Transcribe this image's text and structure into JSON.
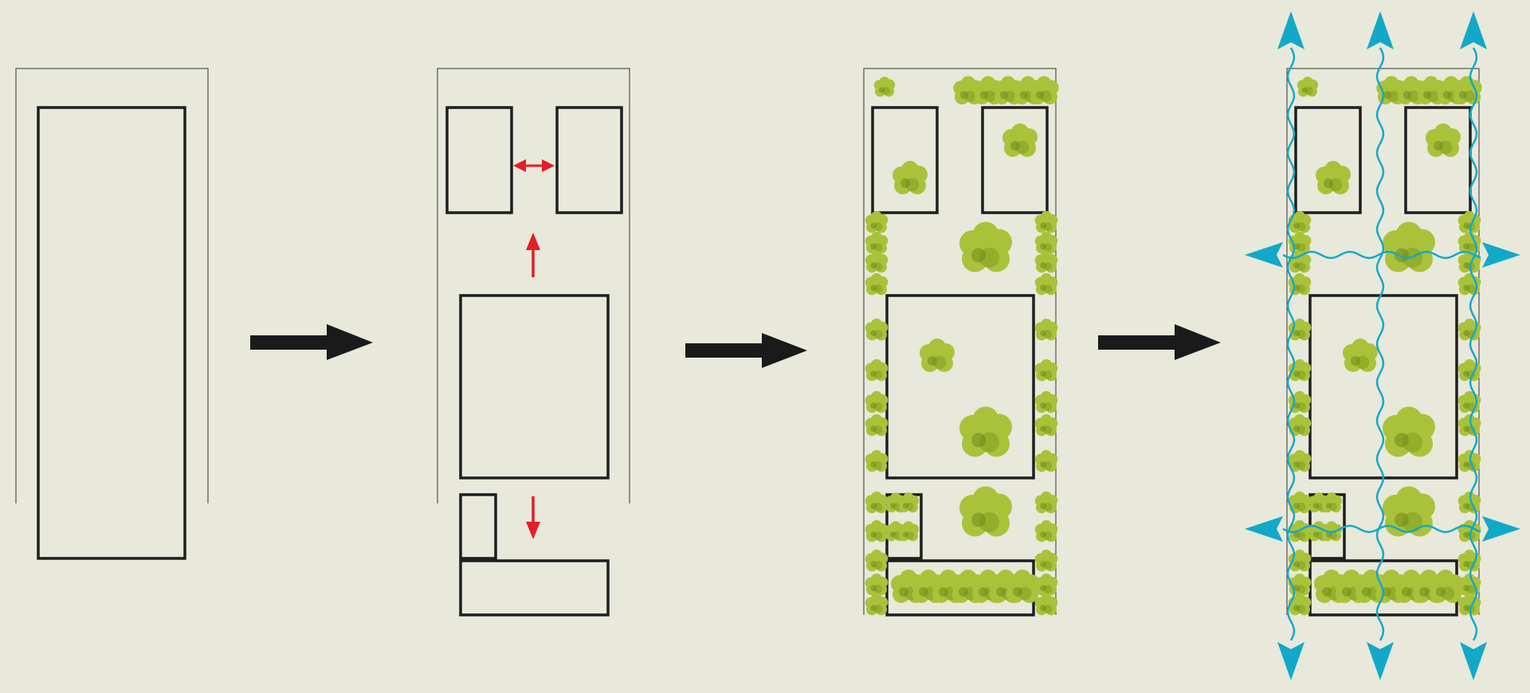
{
  "colors": {
    "background": "#e8e8db",
    "outline": "#1e1e1e",
    "thin_border": "#333333",
    "stage_arrow": "#1a1a1a",
    "red_arrow": "#e31e24",
    "flow": "#12a9c8",
    "tree_light": "#aac23a",
    "tree_mid": "#93ae2a",
    "tree_dark": "#6f8a1c"
  },
  "panels": [
    {
      "stage": 1,
      "content": "single-block"
    },
    {
      "stage": 2,
      "content": "subdivided-blocks",
      "red_arrows": [
        "horizontal-gap",
        "up",
        "down"
      ]
    },
    {
      "stage": 3,
      "content": "blocks-with-vegetation"
    },
    {
      "stage": 4,
      "content": "blocks-vegetation-flows",
      "flow_directions": [
        "up",
        "down",
        "left",
        "right"
      ]
    }
  ],
  "stage_arrows": 3,
  "icons": {
    "stage_arrow": "arrow-right-icon",
    "tree": "tree-icon",
    "flow_arrow": "flow-arrow-icon"
  }
}
